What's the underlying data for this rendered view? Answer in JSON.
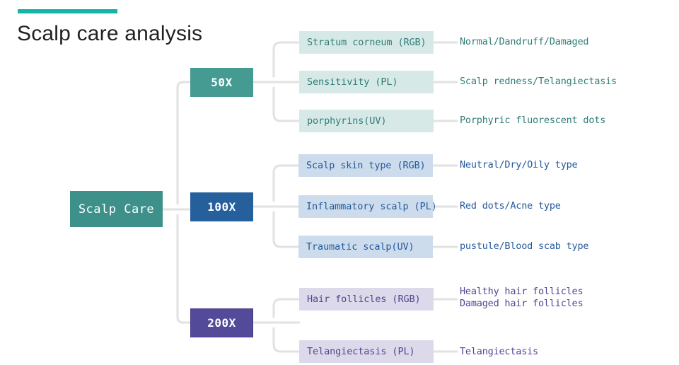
{
  "header": {
    "title": "Scalp care analysis",
    "accent_color": "#13b5a6"
  },
  "diagram": {
    "root": {
      "label": "Scalp Care",
      "color": "#3d918a"
    },
    "branches": [
      {
        "magnification": "50X",
        "node_color": "#459a92",
        "box_color": "#d7e9e7",
        "text_color": "#2e7d77",
        "items": [
          {
            "box": "Stratum corneum (RGB)",
            "outcome": "Normal/Dandruff/Damaged"
          },
          {
            "box": "Sensitivity (PL)",
            "outcome": "Scalp redness/Telangiectasis"
          },
          {
            "box": "porphyrins(UV)",
            "outcome": "Porphyric fluorescent dots"
          }
        ]
      },
      {
        "magnification": "100X",
        "node_color": "#255f9c",
        "box_color": "#ccdcec",
        "text_color": "#25599b",
        "items": [
          {
            "box": "Scalp skin type (RGB)",
            "outcome": "Neutral/Dry/Oily type"
          },
          {
            "box": "Inflammatory scalp (PL)",
            "outcome": "Red dots/Acne type"
          },
          {
            "box": "Traumatic scalp(UV)",
            "outcome": "pustule/Blood scab type"
          }
        ]
      },
      {
        "magnification": "200X",
        "node_color": "#544a9a",
        "box_color": "#dcd9ea",
        "text_color": "#4e4790",
        "items": [
          {
            "box": "Hair follicles (RGB)",
            "outcome": "Healthy hair follicles\nDamaged hair follicles"
          },
          {
            "box": "Telangiectasis (PL)",
            "outcome": "Telangiectasis"
          }
        ]
      }
    ]
  }
}
